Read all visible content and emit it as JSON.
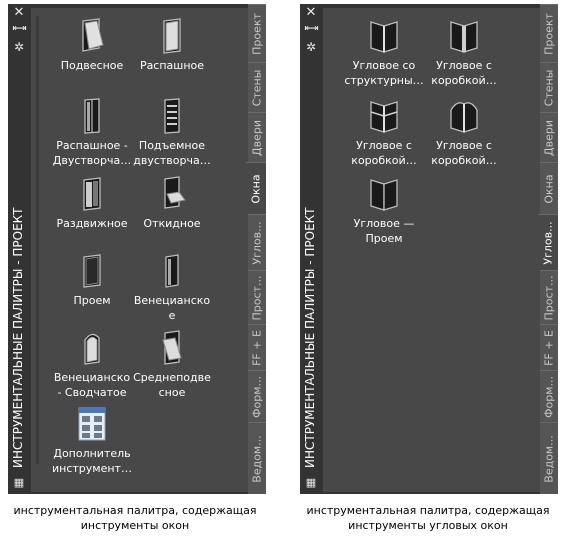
{
  "palettes": [
    {
      "title": "ИНСТРУМЕНТАЛЬНЫЕ ПАЛИТРЫ - ПРОЕКТ",
      "active_tab": 3,
      "tabs": [
        "Проект",
        "Стены",
        "Двери",
        "Окна",
        "Углов...",
        "Прост...",
        "FF + E",
        "Форм...",
        "Ведом..."
      ],
      "tools": [
        {
          "label": "Подвесное",
          "icon": "awning-window-icon"
        },
        {
          "label": "Распашное",
          "icon": "casement-window-icon"
        },
        {
          "label": "Распашное - Двустворча…",
          "icon": "double-casement-window-icon"
        },
        {
          "label": "Подъемное двустворча…",
          "icon": "double-hung-window-icon"
        },
        {
          "label": "Раздвижное",
          "icon": "sliding-window-icon"
        },
        {
          "label": "Откидное",
          "icon": "hopper-window-icon"
        },
        {
          "label": "Проем",
          "icon": "opening-icon"
        },
        {
          "label": "Венецианско е",
          "icon": "venetian-window-icon"
        },
        {
          "label": "Венецианско - Сводчатое",
          "icon": "venetian-arched-window-icon"
        },
        {
          "label": "Среднеподве сное",
          "icon": "pivot-window-icon"
        },
        {
          "label": "Дополнитель инструмент…",
          "icon": "additional-tools-icon"
        }
      ],
      "caption": "инструментальная палитра, содержащая инструменты окон"
    },
    {
      "title": "ИНСТРУМЕНТАЛЬНЫЕ ПАЛИТРЫ - ПРОЕКТ",
      "active_tab": 4,
      "tabs": [
        "Проект",
        "Стены",
        "Двери",
        "Окна",
        "Углов...",
        "Прост...",
        "FF + E",
        "Форм...",
        "Ведом..."
      ],
      "tools": [
        {
          "label": "Угловое со структурны…",
          "icon": "corner-window-structure-icon"
        },
        {
          "label": "Угловое с коробкой…",
          "icon": "corner-window-frame-icon"
        },
        {
          "label": "Угловое с коробкой…",
          "icon": "corner-window-frame-mullion-icon"
        },
        {
          "label": "Угловое с коробкой…",
          "icon": "corner-window-frame-arched-icon"
        },
        {
          "label": "Угловое — Проем",
          "icon": "corner-opening-icon"
        }
      ],
      "caption": "инструментальная палитра, содержащая инструменты угловых окон"
    }
  ],
  "controls": {
    "close": "✕",
    "autohide": "⇤⇥",
    "properties": "✲",
    "menu": "▦"
  }
}
